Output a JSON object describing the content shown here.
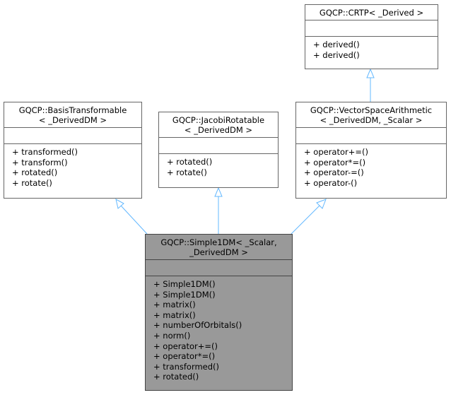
{
  "classes": {
    "crtp": {
      "title": [
        "GQCP::CRTP< _Derived >"
      ],
      "operations": [
        "+ derived()",
        "+ derived()"
      ]
    },
    "basis": {
      "title": [
        "GQCP::BasisTransformable",
        "< _DerivedDM >"
      ],
      "operations": [
        "+ transformed()",
        "+ transform()",
        "+ rotated()",
        "+ rotate()"
      ]
    },
    "jacobi": {
      "title": [
        "GQCP::JacobiRotatable",
        "< _DerivedDM >"
      ],
      "operations": [
        "+ rotated()",
        "+ rotate()"
      ]
    },
    "vector": {
      "title": [
        "GQCP::VectorSpaceArithmetic",
        "< _DerivedDM, _Scalar >"
      ],
      "operations": [
        "+ operator+=()",
        "+ operator*=()",
        "+ operator-=()",
        "+ operator-()"
      ]
    },
    "simple": {
      "title": [
        "GQCP::Simple1DM< _Scalar,",
        "_DerivedDM >"
      ],
      "operations": [
        "+ Simple1DM()",
        "+ Simple1DM()",
        "+ matrix()",
        "+ matrix()",
        "+ numberOfOrbitals()",
        "+ norm()",
        "+ operator+=()",
        "+ operator*=()",
        "+ transformed()",
        "+ rotated()"
      ]
    }
  },
  "colors": {
    "edge": "#63b8ff",
    "box_border": "#666666",
    "focused_fill": "#999999"
  }
}
